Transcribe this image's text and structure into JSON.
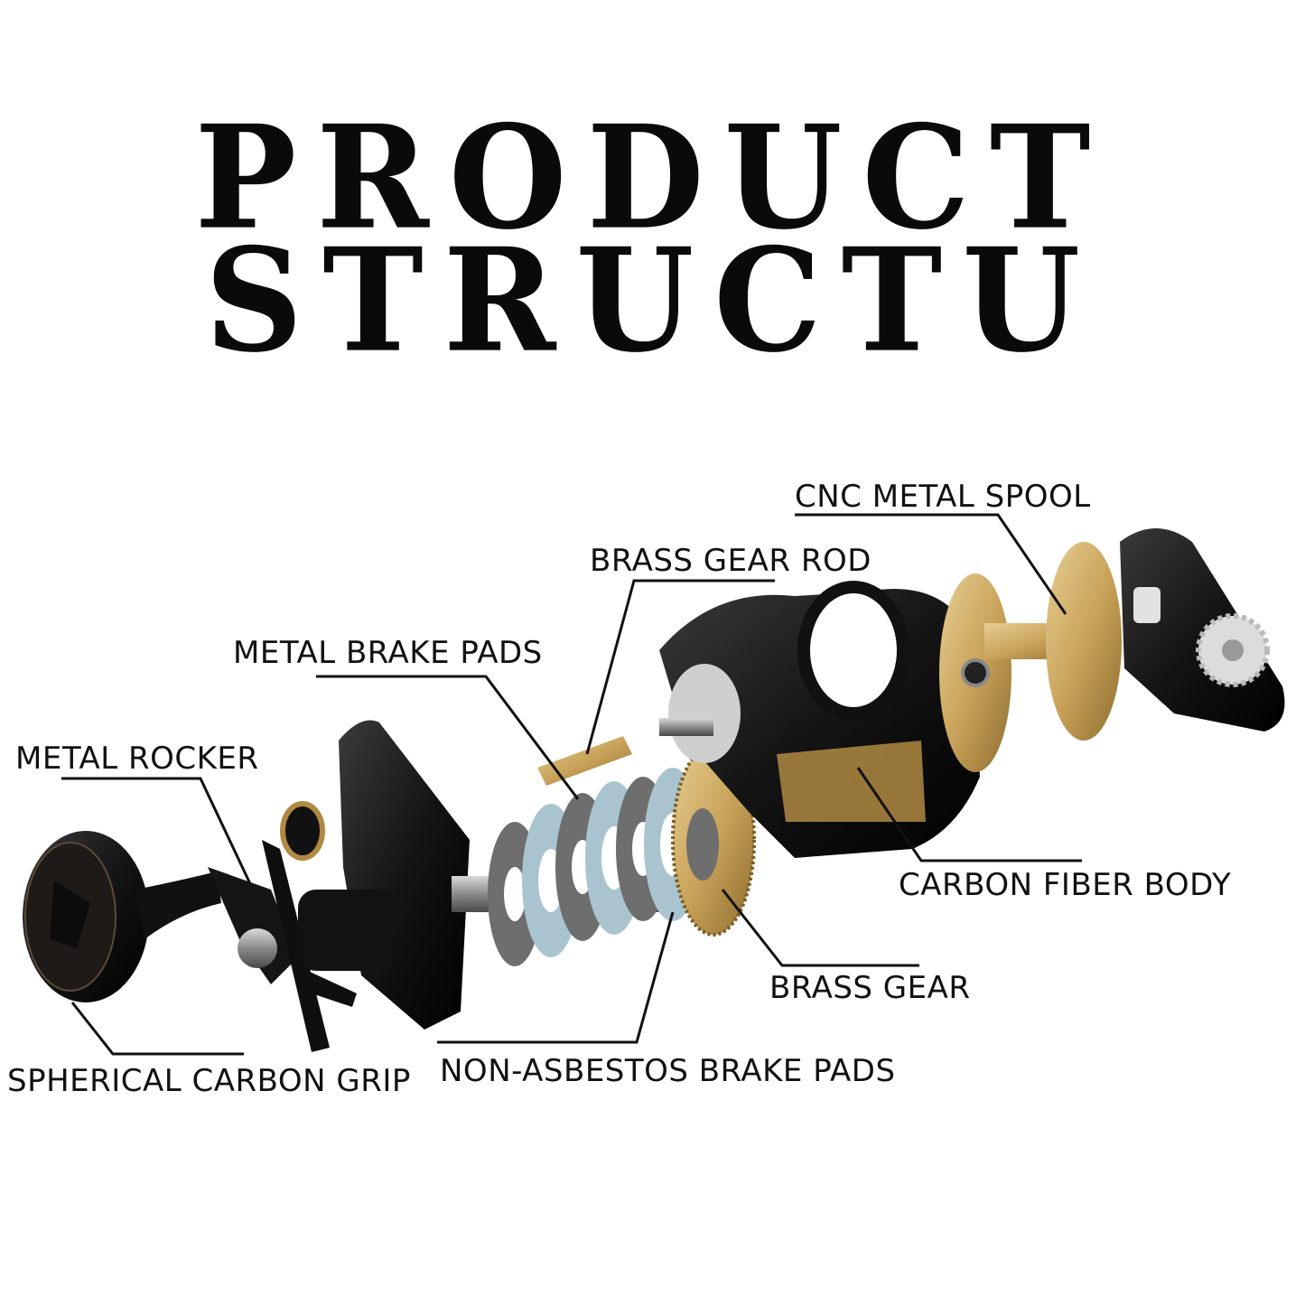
{
  "title": {
    "line1": "PRODUCT",
    "line2": "STRUCTU"
  },
  "labels": {
    "cnc_metal_spool": "CNC METAL SPOOL",
    "brass_gear_rod": "BRASS GEAR ROD",
    "metal_brake_pads": "METAL BRAKE PADS",
    "metal_rocker": "METAL ROCKER",
    "carbon_fiber_body": "CARBON FIBER BODY",
    "brass_gear": "BRASS GEAR",
    "spherical_carbon_grip": "SPHERICAL CARBON GRIP",
    "non_asbestos_brake_pads": "NON-ASBESTOS BRAKE PADS"
  },
  "colors": {
    "background": "#ffffff",
    "text": "#111111",
    "carbon_black": "#141414",
    "brass": "#c9a35a",
    "steel": "#9a9a9a",
    "brake_pad_blue": "#a9c4cf",
    "metal_pad_gray": "#6e6e6e"
  }
}
